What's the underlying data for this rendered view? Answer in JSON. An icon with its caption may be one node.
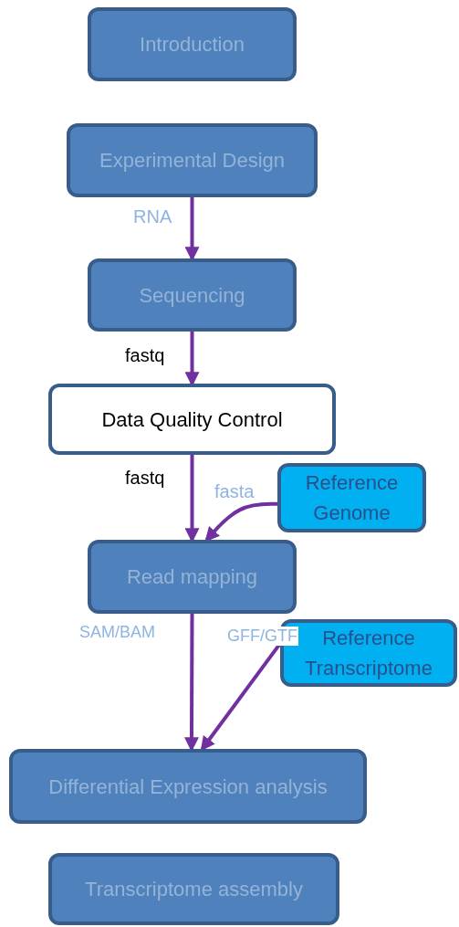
{
  "diagram": {
    "nodes": [
      {
        "text": [
          "Introduction"
        ]
      },
      {
        "text": [
          "Experimental Design"
        ]
      },
      {
        "text": [
          "Sequencing"
        ]
      },
      {
        "text": [
          "Data Quality Control"
        ]
      },
      {
        "text": [
          "Reference Genome"
        ]
      },
      {
        "text": [
          "Read mapping"
        ]
      },
      {
        "text": [
          "Reference Transcriptome"
        ]
      },
      {
        "text": [
          "Differential Expression analysis"
        ]
      },
      {
        "text": [
          "Transcriptome assembly"
        ]
      }
    ],
    "edges": [
      {
        "from": 1,
        "to": 2,
        "arrow": "to",
        "label": "RNA"
      },
      {
        "from": 2,
        "to": 3,
        "arrow": "to",
        "label": "fastq"
      },
      {
        "from": 3,
        "to": 5,
        "arrow": "to",
        "label": "fastq"
      },
      {
        "from": 4,
        "to": 5,
        "arrow": "to",
        "label": "fasta"
      },
      {
        "from": 5,
        "to": 7,
        "arrow": "to",
        "label": "SAM/BAM"
      },
      {
        "from": 6,
        "to": 7,
        "arrow": "to",
        "label": "GFF/GTF"
      }
    ]
  }
}
